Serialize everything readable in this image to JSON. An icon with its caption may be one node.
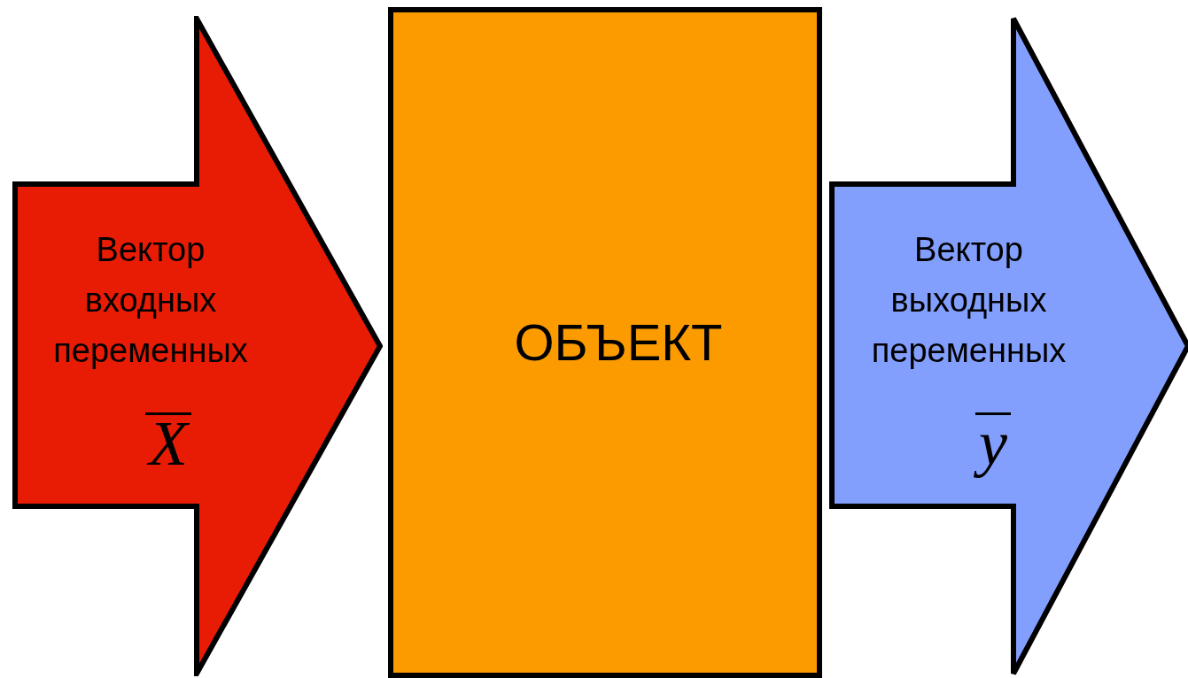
{
  "diagram": {
    "nodes": [
      {
        "text": [
          "Вектор входных переменных",
          "X"
        ]
      },
      {
        "text": [
          "ОБЪЕКТ"
        ]
      },
      {
        "text": [
          "Вектор выходных переменных",
          "y"
        ]
      }
    ]
  }
}
